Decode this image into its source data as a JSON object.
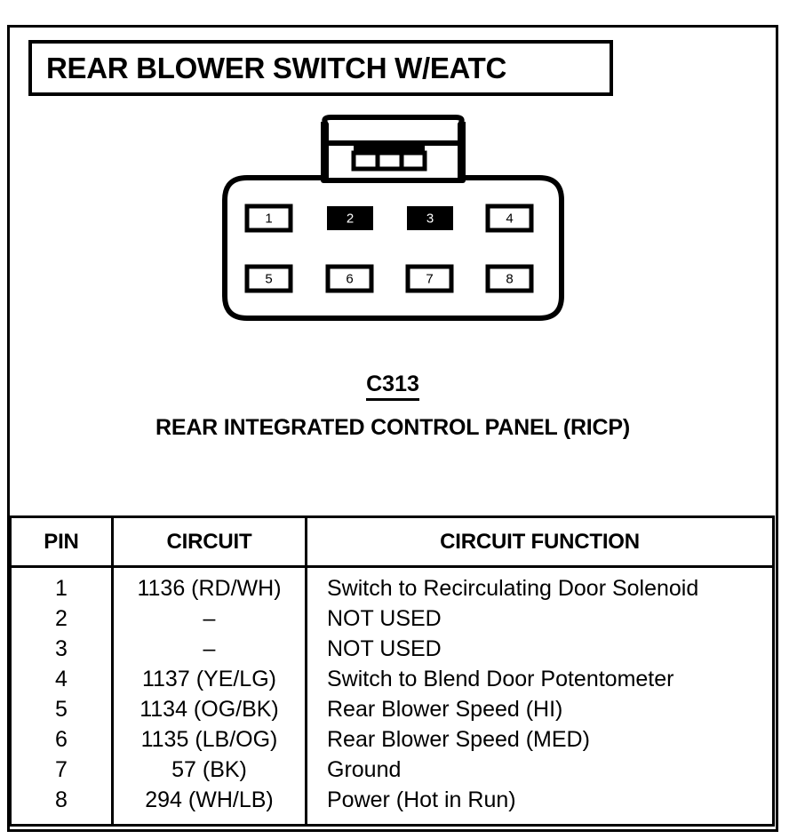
{
  "title": {
    "text": "REAR BLOWER SWITCH W/EATC"
  },
  "connector": {
    "name": "connector-c313",
    "pins": [
      {
        "number": "1",
        "filled": false,
        "row": "top",
        "col": 0
      },
      {
        "number": "2",
        "filled": true,
        "row": "top",
        "col": 1
      },
      {
        "number": "3",
        "filled": true,
        "row": "top",
        "col": 2
      },
      {
        "number": "4",
        "filled": false,
        "row": "top",
        "col": 3
      },
      {
        "number": "5",
        "filled": false,
        "row": "bottom",
        "col": 0
      },
      {
        "number": "6",
        "filled": false,
        "row": "bottom",
        "col": 1
      },
      {
        "number": "7",
        "filled": false,
        "row": "bottom",
        "col": 2
      },
      {
        "number": "8",
        "filled": false,
        "row": "bottom",
        "col": 3
      }
    ],
    "latch_cells": 3
  },
  "caption": {
    "code": "C313",
    "subtitle": "REAR INTEGRATED CONTROL PANEL (RICP)"
  },
  "table": {
    "headers": {
      "pin": "PIN",
      "circuit": "CIRCUIT",
      "function": "CIRCUIT FUNCTION"
    },
    "rows": [
      {
        "pin": "1",
        "circuit": "1136 (RD/WH)",
        "function": "Switch to Recirculating Door Solenoid"
      },
      {
        "pin": "2",
        "circuit": "–",
        "function": "NOT USED"
      },
      {
        "pin": "3",
        "circuit": "–",
        "function": "NOT USED"
      },
      {
        "pin": "4",
        "circuit": "1137 (YE/LG)",
        "function": "Switch to Blend  Door Potentometer"
      },
      {
        "pin": "5",
        "circuit": "1134 (OG/BK)",
        "function": "Rear Blower Speed (HI)"
      },
      {
        "pin": "6",
        "circuit": "1135 (LB/OG)",
        "function": "Rear Blower Speed (MED)"
      },
      {
        "pin": "7",
        "circuit": "57 (BK)",
        "function": "Ground"
      },
      {
        "pin": "8",
        "circuit": "294 (WH/LB)",
        "function": "Power (Hot in Run)"
      }
    ]
  },
  "colors": {
    "ink": "#000000",
    "paper": "#ffffff"
  }
}
